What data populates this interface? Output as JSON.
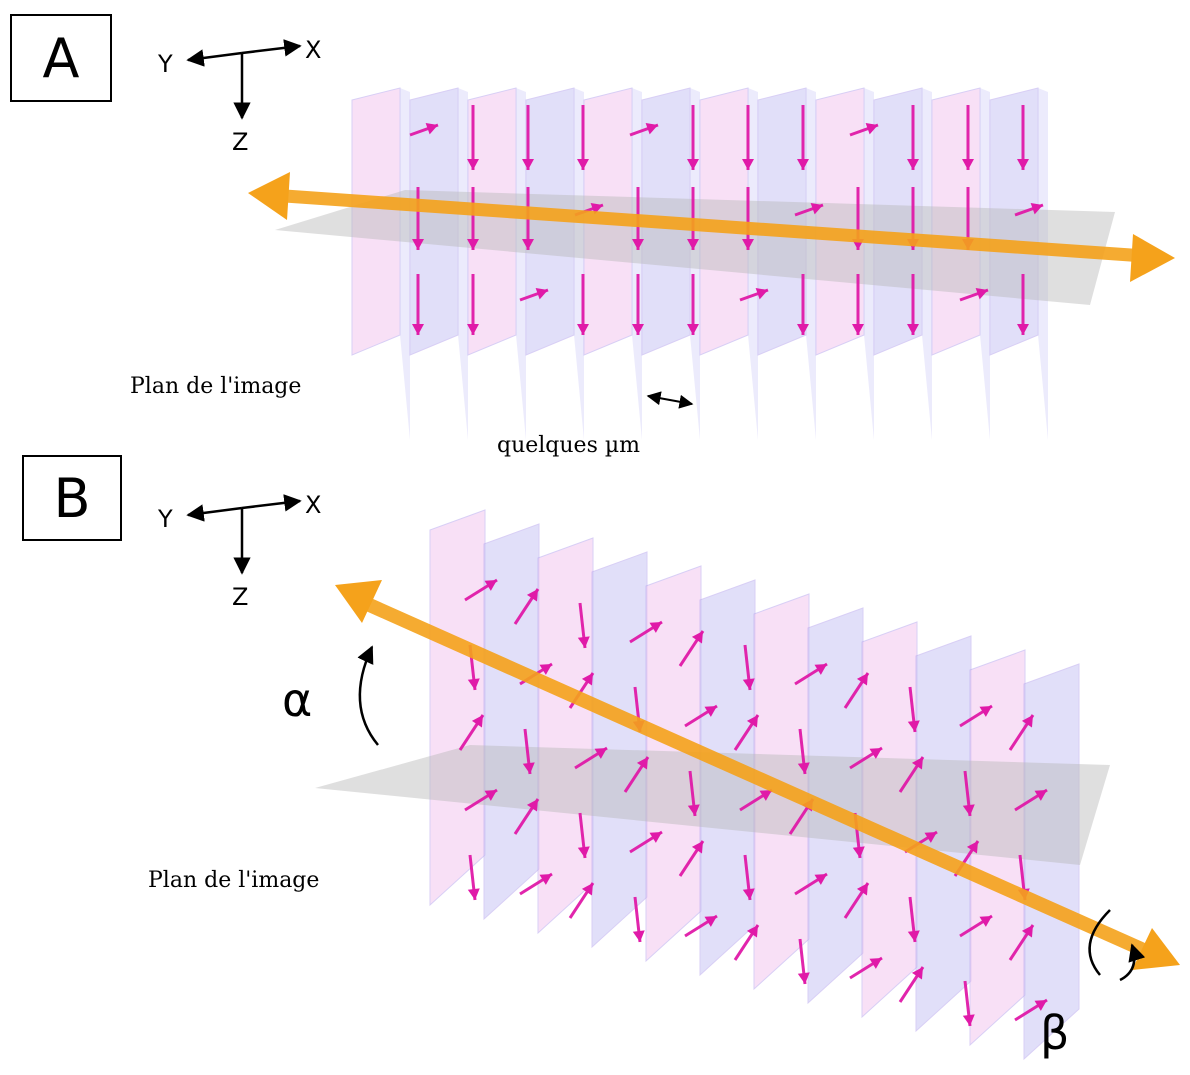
{
  "panel_a": {
    "letter": "A",
    "axes": {
      "x": "X",
      "y": "Y",
      "z": "Z"
    },
    "plane_caption": "Plan de l'image",
    "scale_caption": "quelques µm"
  },
  "panel_b": {
    "letter": "B",
    "axes": {
      "x": "X",
      "y": "Y",
      "z": "Z"
    },
    "plane_caption": "Plan de l'image",
    "angle_alpha": "α",
    "angle_beta": "β"
  },
  "colors": {
    "beam": "#f5a21b",
    "dipole_arrow": "#e01aa8",
    "slab_pink": "#f3c8f0",
    "slab_blue": "#c9c6f5",
    "image_plane": "#d0d0d0"
  }
}
